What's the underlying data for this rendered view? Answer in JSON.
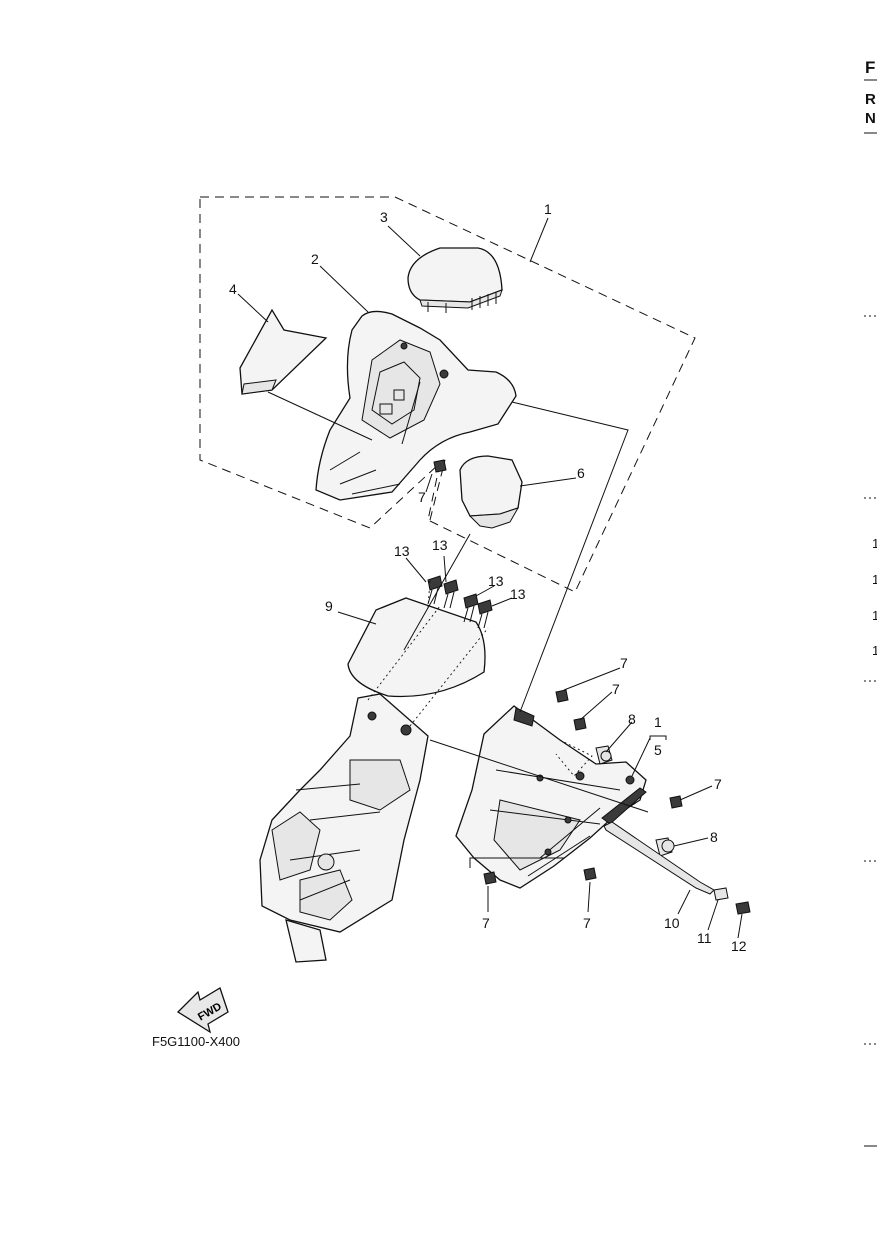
{
  "diagram": {
    "code": "F5G1100-X400",
    "fwd_label": "FWD",
    "callouts": {
      "c1_top": "1",
      "c2": "2",
      "c3": "3",
      "c4": "4",
      "c5": "5",
      "c1_bracket": "1",
      "c6": "6",
      "c7a": "7",
      "c7b": "7",
      "c7c": "7",
      "c7d": "7",
      "c7e": "7",
      "c7f": "7",
      "c8a": "8",
      "c8b": "8",
      "c9": "9",
      "c10": "10",
      "c11": "11",
      "c12": "12",
      "c13a": "13",
      "c13b": "13",
      "c13c": "13",
      "c13d": "13"
    }
  },
  "right_edge": {
    "letters": [
      "F",
      "R",
      "N"
    ],
    "numbers": [
      "1",
      "1",
      "1",
      "1"
    ]
  }
}
